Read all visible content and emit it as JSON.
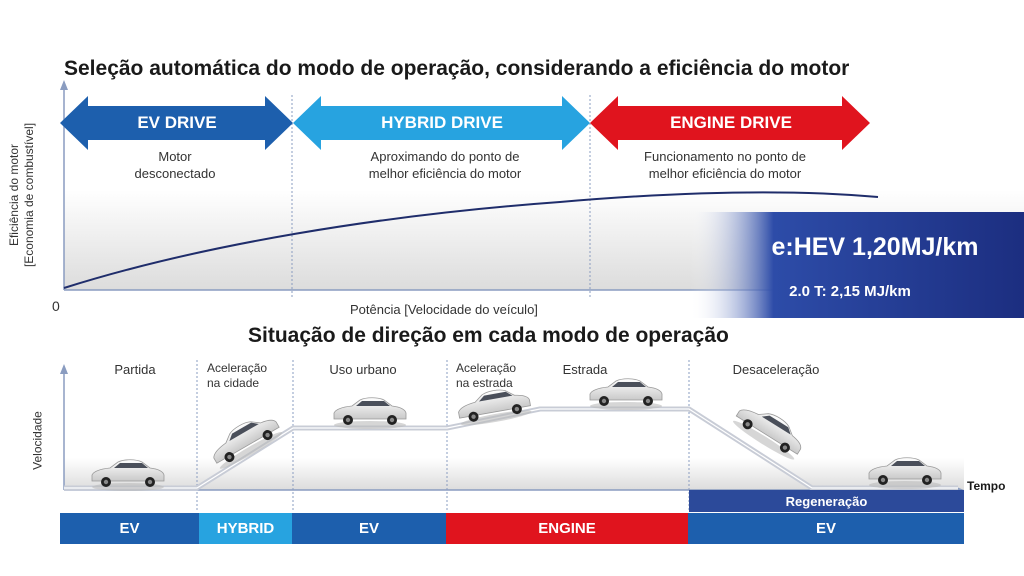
{
  "titles": {
    "top": "Seleção automática do modo de operação, considerando a eficiência do motor",
    "bottom": "Situação de direção em cada modo de operação"
  },
  "top_chart": {
    "y_axis_label": [
      "Eficiência do motor",
      "[Economia de combustível]"
    ],
    "x_axis_label": "Potência [Velocidade do veículo]",
    "origin_label": "0",
    "modes": [
      {
        "label": "EV DRIVE",
        "color": "#1d5fad",
        "desc": [
          "Motor",
          "desconectado"
        ]
      },
      {
        "label": "HYBRID DRIVE",
        "color": "#27a3e0",
        "desc": [
          "Aproximando do ponto de",
          "melhor eficiência do motor"
        ]
      },
      {
        "label": "ENGINE DRIVE",
        "color": "#e0141e",
        "desc": [
          "Funcionamento no ponto de",
          "melhor eficiência do motor"
        ]
      }
    ],
    "efficiency_badge": {
      "main": "e:HEV 1,20MJ/km",
      "sub": "2.0 T: 2,15 MJ/km"
    }
  },
  "bottom_chart": {
    "y_axis_label": "Velocidade",
    "x_axis_label": "Tempo",
    "phases": [
      {
        "label": [
          "Partida"
        ]
      },
      {
        "label": [
          "Aceleração",
          "na cidade"
        ]
      },
      {
        "label": [
          "Uso urbano"
        ]
      },
      {
        "label": [
          "Aceleração",
          "na estrada"
        ]
      },
      {
        "label": [
          "Estrada"
        ]
      },
      {
        "label": [
          "Desaceleração"
        ]
      }
    ],
    "regen_label": "Regeneração",
    "mode_bar": [
      {
        "label": "EV",
        "color": "#1d5fad"
      },
      {
        "label": "HYBRID",
        "color": "#27a3e0"
      },
      {
        "label": "EV",
        "color": "#1d5fad"
      },
      {
        "label": "ENGINE",
        "color": "#e0141e"
      },
      {
        "label": "EV",
        "color": "#1d5fad"
      }
    ]
  },
  "colors": {
    "curve": "#1f2d6b",
    "axis": "#8a9cc0",
    "regen": "#2c4a9a"
  }
}
